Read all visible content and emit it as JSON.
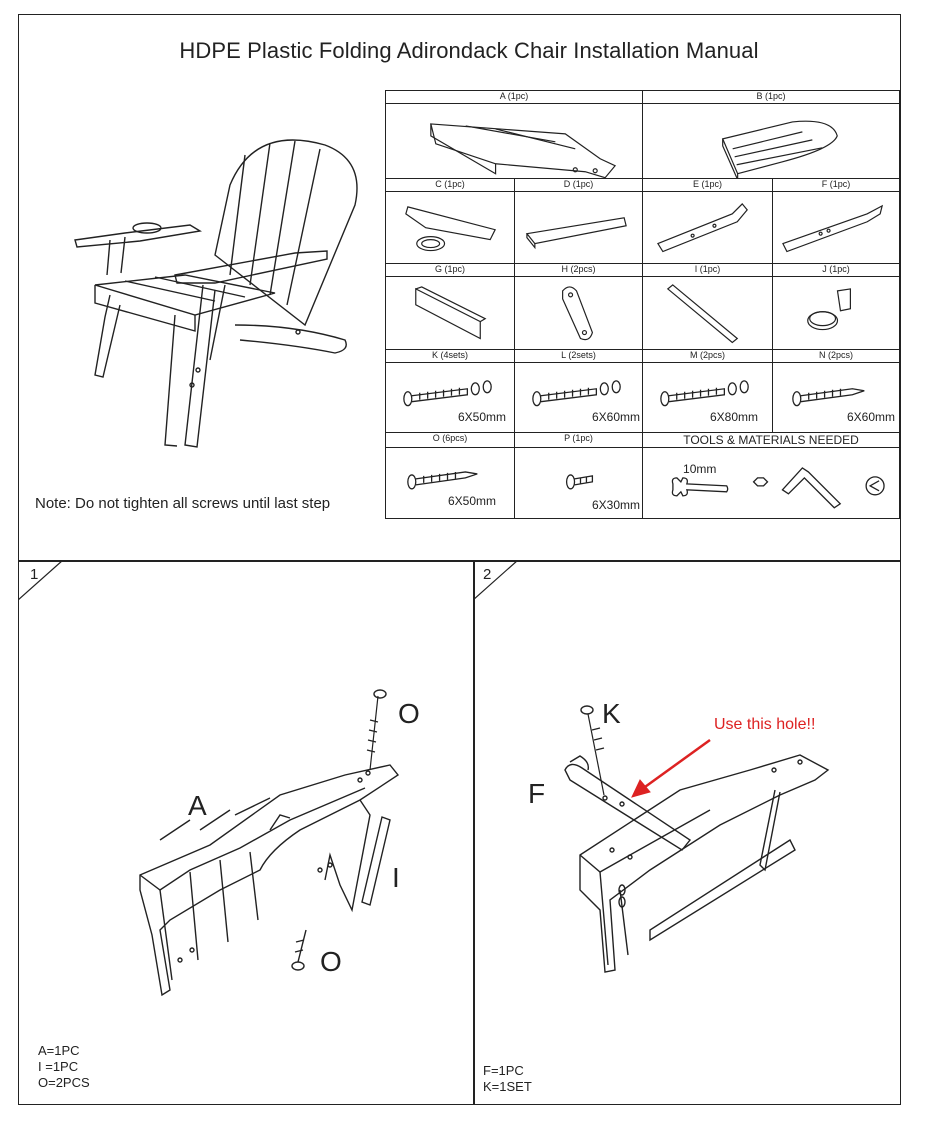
{
  "title": "HDPE Plastic Folding Adirondack Chair  Installation Manual",
  "note": "Note:  Do not tighten all screws until last step",
  "parts": {
    "A": "A  (1pc)",
    "B": "B  (1pc)",
    "C": "C  (1pc)",
    "D": "D  (1pc)",
    "E": "E  (1pc)",
    "F": "F  (1pc)",
    "G": "G  (1pc)",
    "H": "H  (2pcs)",
    "I": "I  (1pc)",
    "J": "J  (1pc)",
    "K": "K  (4sets)",
    "L": "L  (2sets)",
    "M": "M  (2pcs)",
    "N": "N  (2pcs)",
    "O": "O  (6pcs)",
    "P": "P  (1pc)",
    "tools": "TOOLS & MATERIALS NEEDED"
  },
  "sizes": {
    "K": "6X50mm",
    "L": "6X60mm",
    "M": "6X80mm",
    "N": "6X60mm",
    "O": "6X50mm",
    "P": "6X30mm",
    "wrench": "10mm"
  },
  "step1": {
    "number": "1",
    "label_A": "A",
    "label_O_top": "O",
    "label_I": "I",
    "label_O_bottom": "O",
    "quantities": [
      "A=1PC",
      "I =1PC",
      "O=2PCS"
    ]
  },
  "step2": {
    "number": "2",
    "label_K": "K",
    "label_F": "F",
    "callout": "Use this hole!!",
    "quantities": [
      "F=1PC",
      "K=1SET"
    ]
  },
  "colors": {
    "line": "#222222",
    "callout": "#d22222"
  }
}
